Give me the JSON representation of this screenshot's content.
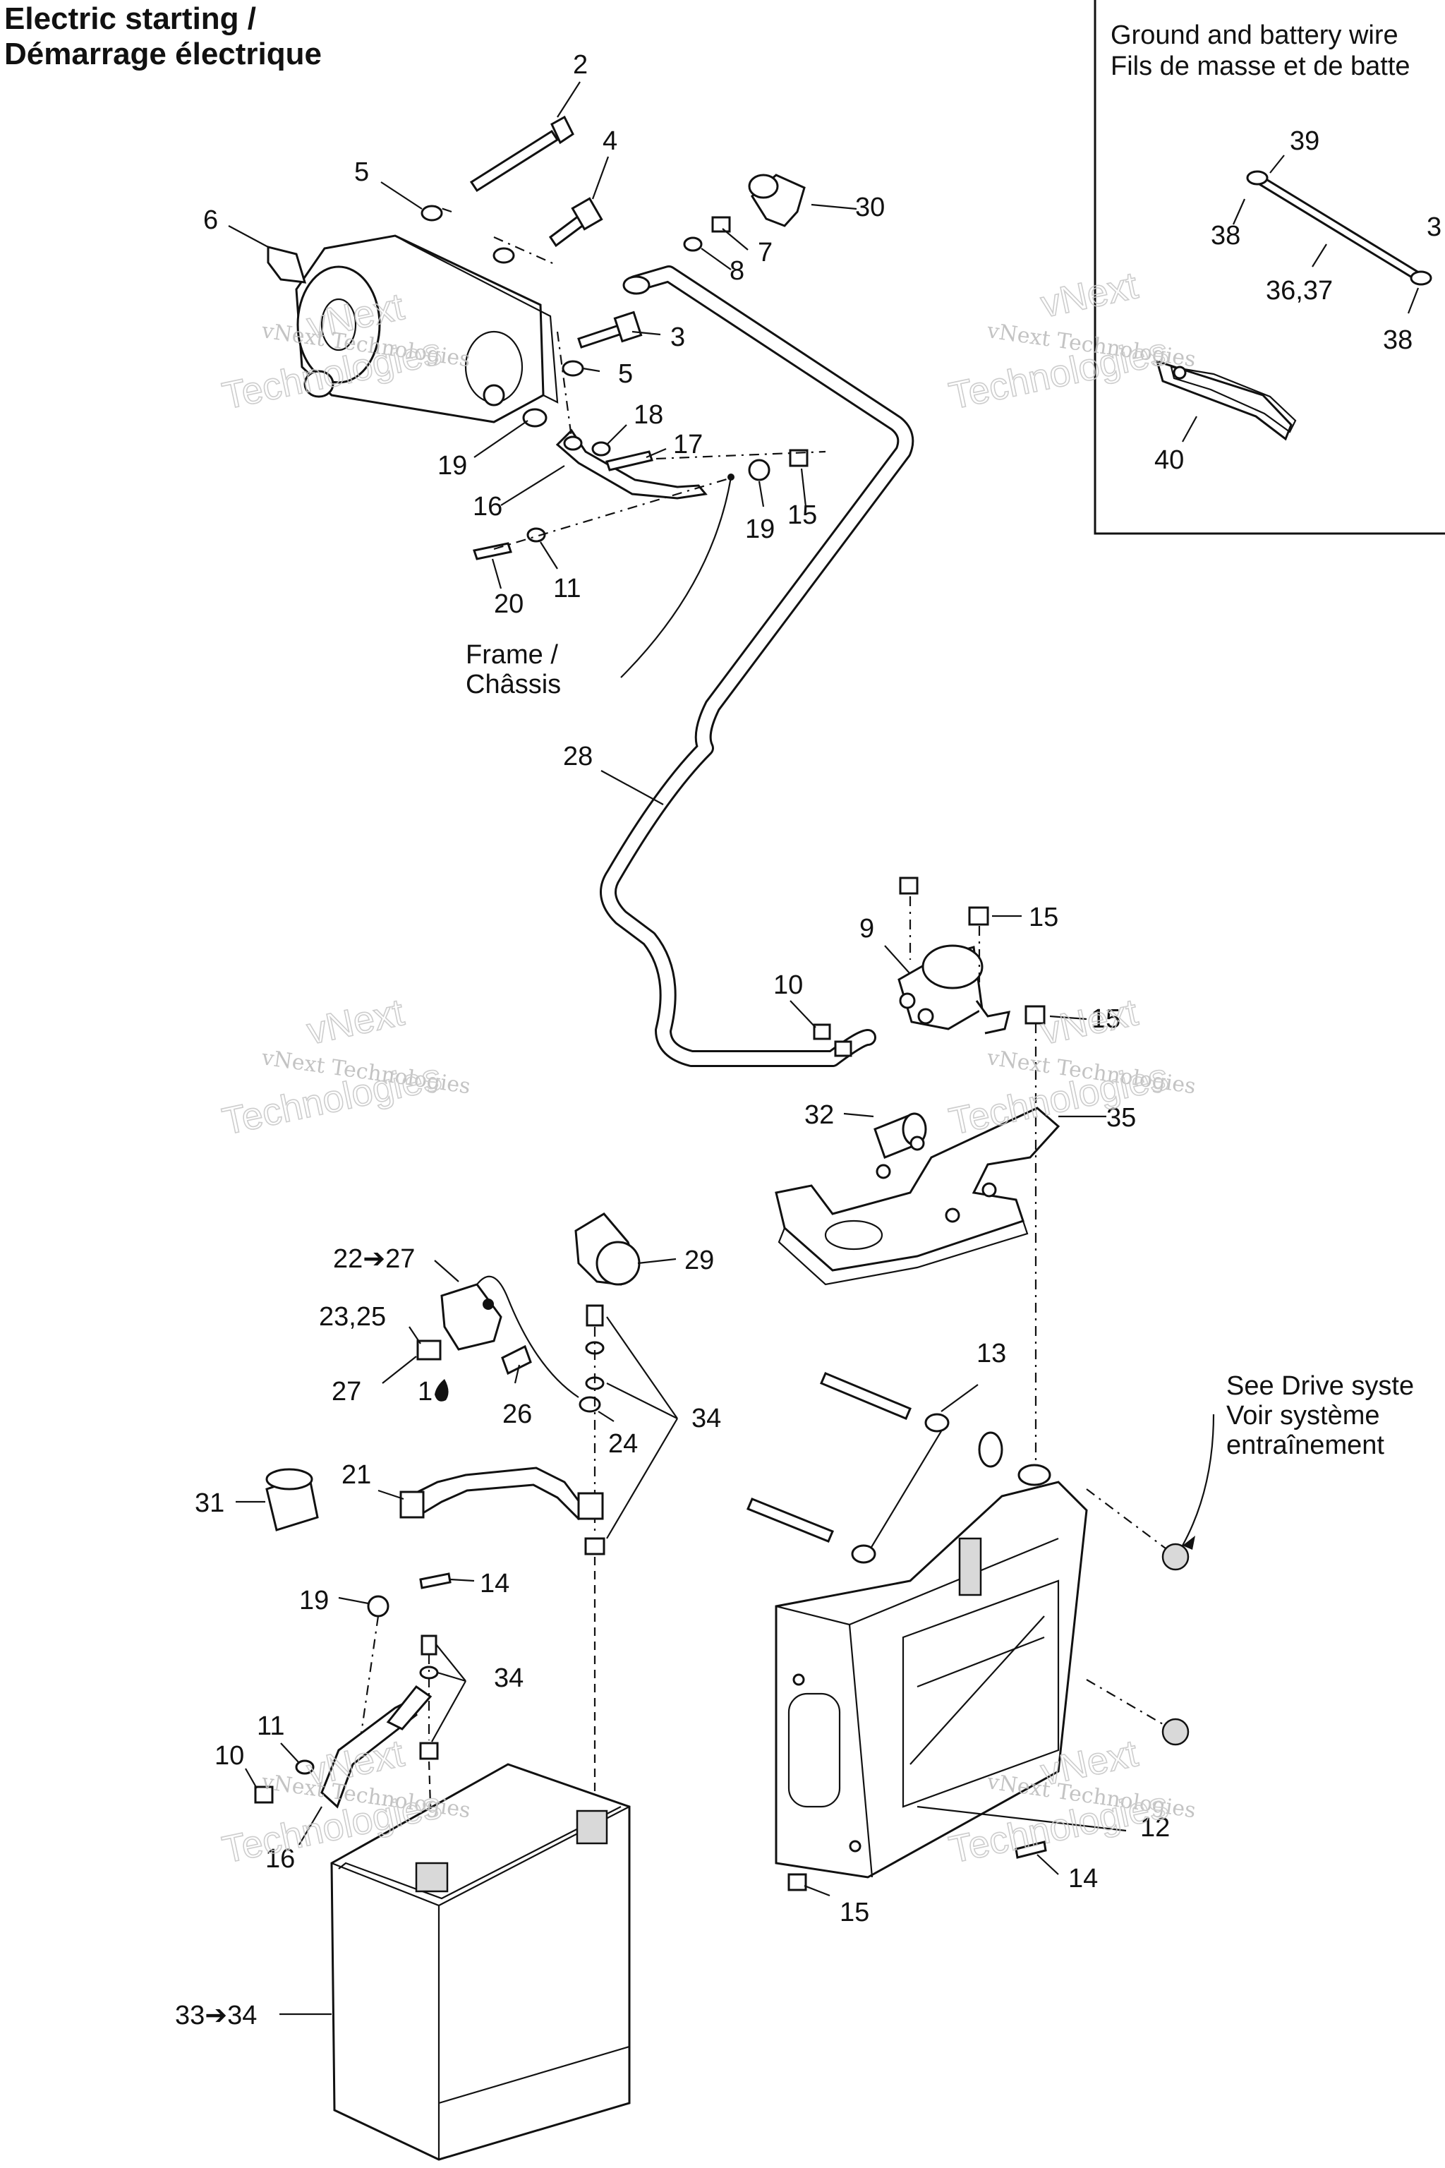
{
  "title": {
    "line1": "Electric starting /",
    "line2": "Démarrage électrique"
  },
  "inset": {
    "title_line1": "Ground and battery wire",
    "title_line2": "Fils de masse et de batte"
  },
  "notes": {
    "frame_line1": "Frame /",
    "frame_line2": "Châssis",
    "drive_line1": "See Drive syste",
    "drive_line2": "Voir système",
    "drive_line3": "entraînement"
  },
  "watermark": {
    "line1": "vNext",
    "line2": "vNext Technologies",
    "line3": "Technologies"
  },
  "callouts": {
    "c2": "2",
    "c4": "4",
    "c5a": "5",
    "c6": "6",
    "c30": "30",
    "c7": "7",
    "c8": "8",
    "c3": "3",
    "c5b": "5",
    "c18": "18",
    "c17": "17",
    "c19a": "19",
    "c16a": "16",
    "c19b": "19",
    "c15a": "15",
    "c20": "20",
    "c11a": "11",
    "c28": "28",
    "c15b": "15",
    "c9": "9",
    "c10a": "10",
    "c15c": "15",
    "c32": "32",
    "c35": "35",
    "c22": "22➔27",
    "c29": "29",
    "c2325": "23,25",
    "c27": "27",
    "c1": "1",
    "c26": "26",
    "c24": "24",
    "c34a": "34",
    "c13": "13",
    "c21": "21",
    "c31": "31",
    "c19c": "19",
    "c14a": "14",
    "c34b": "34",
    "c11b": "11",
    "c10b": "10",
    "c16b": "16",
    "c12": "12",
    "c14b": "14",
    "c15d": "15",
    "c3334": "33➔34",
    "c39": "39",
    "c38a": "38",
    "c3637": "36,37",
    "c38b": "38",
    "c40": "40",
    "c3x": "3"
  }
}
